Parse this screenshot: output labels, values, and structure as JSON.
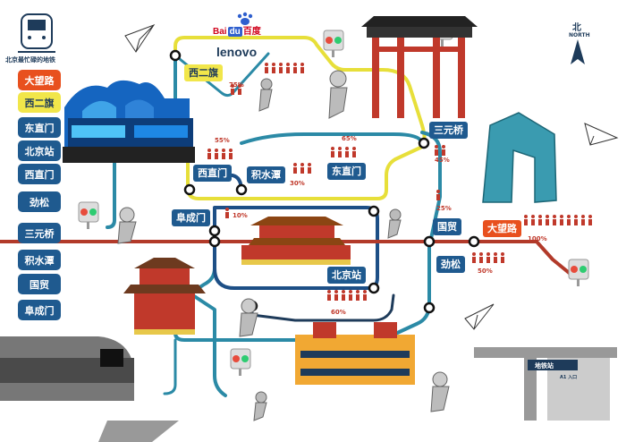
{
  "header": {
    "title": "北京最忙碌的地铁",
    "north_char": "北",
    "north_label": "NORTH"
  },
  "logos": {
    "baidu_latin": "Bai",
    "baidu_du": "du",
    "baidu_cn": "百度",
    "lenovo": "lenovo"
  },
  "ranking": [
    "大望路",
    "西二旗",
    "东直门",
    "北京站",
    "西直门",
    "劲松",
    "三元桥",
    "积水潭",
    "国贸",
    "阜成门"
  ],
  "stations": {
    "xierqi": "西二旗",
    "sanyuanqiao": "三元桥",
    "xizhimen": "西直门",
    "jishuitan": "积水潭",
    "dongzhimen": "东直门",
    "fuchengmen": "阜成门",
    "guomao": "国贸",
    "dawanglu": "大望路",
    "jinsong": "劲松",
    "beijingzhan": "北京站"
  },
  "percentages": {
    "xierqi": "75%",
    "sanyuanqiao": "45%",
    "xizhimen": "55%",
    "jishuitan": "30%",
    "dongzhimen": "65%",
    "fuchengmen": "10%",
    "guomao": "25%",
    "dawanglu": "100%",
    "jinsong": "50%",
    "beijingzhan": "60%"
  },
  "station_sign": {
    "name": "地铁站",
    "exit": "A1 入口"
  },
  "colors": {
    "line_yellow": "#e7df3a",
    "line_teal": "#2b8aa6",
    "line_blue": "#1d4f86",
    "line_red": "#b23a2a",
    "label_blue": "#1f5a8f",
    "label_orange": "#e8501e",
    "person_red": "#c0392b"
  }
}
